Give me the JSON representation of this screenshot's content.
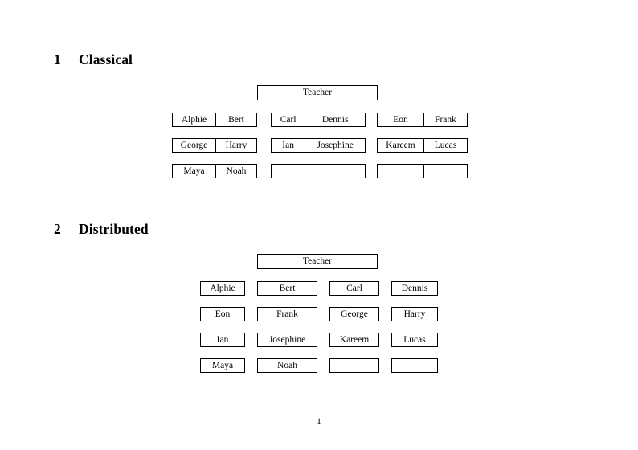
{
  "document": {
    "page_number": "1",
    "background_color": "#ffffff",
    "text_color": "#000000",
    "border_color": "#000000"
  },
  "sections": [
    {
      "number": "1",
      "title": "Classical",
      "teacher_label": "Teacher",
      "layout": "three-groups-of-paired-cells",
      "groups": [
        {
          "rows": [
            {
              "left": "Alphie",
              "right": "Bert"
            },
            {
              "left": "George",
              "right": "Harry"
            },
            {
              "left": "Maya",
              "right": "Noah"
            }
          ]
        },
        {
          "rows": [
            {
              "left": "Carl",
              "right": "Dennis"
            },
            {
              "left": "Ian",
              "right": "Josephine"
            },
            {
              "left": "",
              "right": ""
            }
          ]
        },
        {
          "rows": [
            {
              "left": "Eon",
              "right": "Frank"
            },
            {
              "left": "Kareem",
              "right": "Lucas"
            },
            {
              "left": "",
              "right": ""
            }
          ]
        }
      ]
    },
    {
      "number": "2",
      "title": "Distributed",
      "teacher_label": "Teacher",
      "layout": "four-columns-by-four-rows",
      "rows": [
        [
          "Alphie",
          "Bert",
          "Carl",
          "Dennis"
        ],
        [
          "Eon",
          "Frank",
          "George",
          "Harry"
        ],
        [
          "Ian",
          "Josephine",
          "Kareem",
          "Lucas"
        ],
        [
          "Maya",
          "Noah",
          "",
          ""
        ]
      ]
    }
  ]
}
